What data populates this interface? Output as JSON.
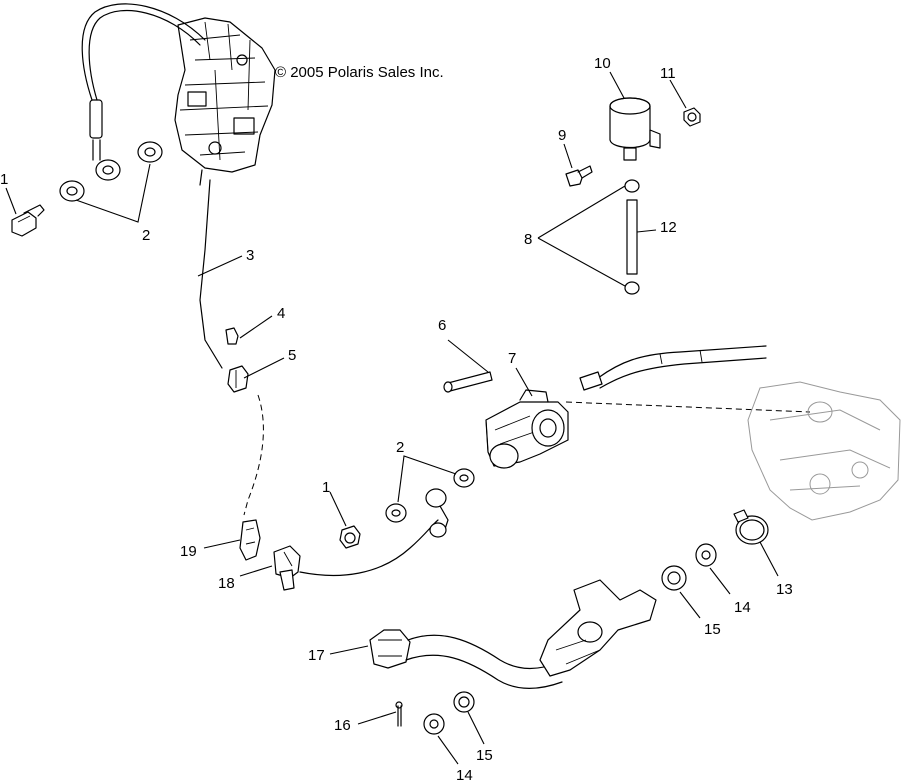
{
  "copyright": "© 2005 Polaris Sales Inc.",
  "callouts": {
    "c1a": "1",
    "c2a": "2",
    "c3": "3",
    "c4": "4",
    "c5": "5",
    "c6": "6",
    "c7": "7",
    "c8": "8",
    "c9": "9",
    "c10": "10",
    "c11": "11",
    "c12": "12",
    "c1b": "1",
    "c2b": "2",
    "c13": "13",
    "c14a": "14",
    "c15a": "15",
    "c17": "17",
    "c16": "16",
    "c15b": "15",
    "c14b": "14",
    "c18": "18",
    "c19": "19"
  }
}
